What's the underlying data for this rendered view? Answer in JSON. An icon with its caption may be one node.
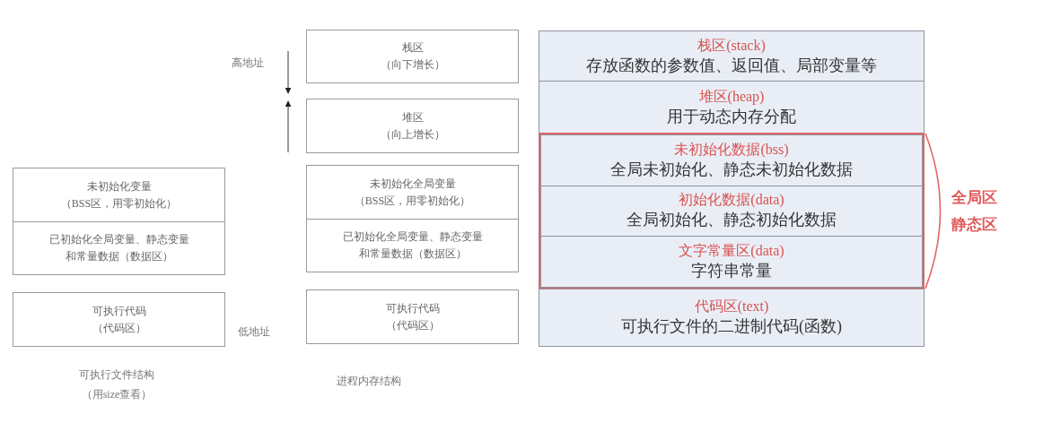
{
  "diagram": {
    "nodes": [
      {
        "text": [
          "未初始化变量",
          "（BSS区，用零初始化）"
        ]
      },
      {
        "text": [
          "已初始化全局变量、静态变量和常量数据（数据区）"
        ]
      },
      {
        "text": [
          "可执行代码",
          "（代码区）"
        ]
      },
      {
        "text": [
          "栈区",
          "（向下增长）"
        ]
      },
      {
        "text": [
          "堆区",
          "（向上增长）"
        ]
      },
      {
        "text": [
          "未初始化全局变量",
          "（BSS区，用零初始化）"
        ]
      },
      {
        "text": [
          "已初始化全局变量、静态变量和常量数据（数据区）"
        ]
      },
      {
        "text": [
          "可执行代码",
          "（代码区）"
        ]
      },
      {
        "text": [
          "栈区(stack)",
          "存放函数的参数值、返回值、局部变量等"
        ]
      },
      {
        "text": [
          "堆区(heap)",
          "用于动态内存分配"
        ]
      },
      {
        "text": [
          "全局区",
          "静态区"
        ]
      },
      {
        "text": [
          "未初始化数据(bss)",
          "全局未初始化、静态未初始化数据"
        ],
        "in": 10
      },
      {
        "text": [
          "初始化数据(data)",
          "全局初始化、静态初始化数据"
        ],
        "in": 10
      },
      {
        "text": [
          "文字常量区(data)",
          "字符串常量"
        ],
        "in": 10
      },
      {
        "text": [
          "代码区(text)",
          "可执行文件的二进制代码(函数)"
        ]
      }
    ],
    "edges": [],
    "labels": [
      "高地址",
      "低地址",
      "可执行文件结构",
      "（用size查看）",
      "进程内存结构"
    ]
  }
}
